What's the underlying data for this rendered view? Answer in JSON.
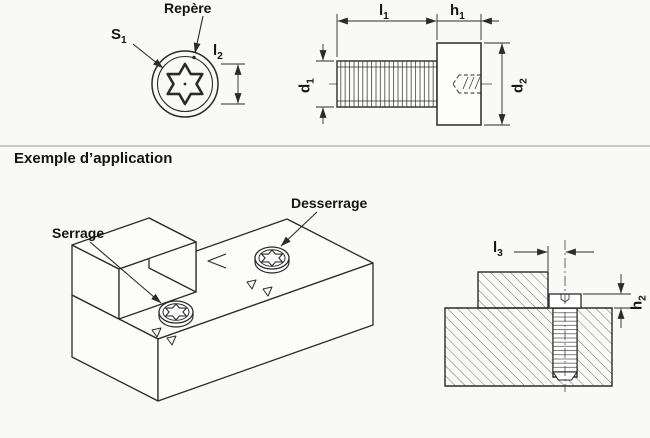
{
  "colors": {
    "line": "#2b2b2b",
    "background": "#f9f9f6"
  },
  "labels": {
    "repere": "Repère",
    "s1": {
      "base": "S",
      "sub": "1"
    },
    "l2": {
      "base": "l",
      "sub": "2"
    },
    "l1": {
      "base": "l",
      "sub": "1"
    },
    "h1": {
      "base": "h",
      "sub": "1"
    },
    "d1": {
      "base": "d",
      "sub": "1"
    },
    "d2": {
      "base": "d",
      "sub": "2"
    },
    "l3": {
      "base": "l",
      "sub": "3"
    },
    "h2": {
      "base": "h",
      "sub": "2"
    }
  },
  "application": {
    "title": "Exemple d’application",
    "serrage": "Serrage",
    "desserrage": "Desserrage"
  }
}
